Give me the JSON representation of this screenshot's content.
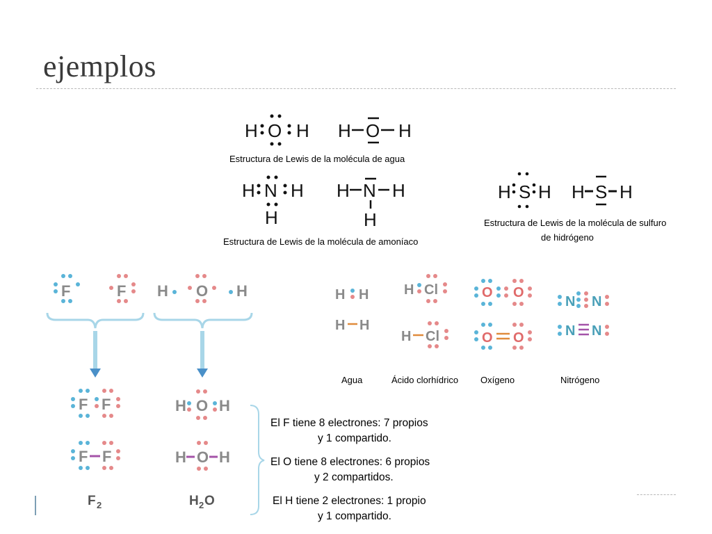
{
  "slide": {
    "title": "ejemplos"
  },
  "lewis": {
    "water": {
      "dot_formula": [
        "H",
        "O",
        "H"
      ],
      "line_formula": [
        "H",
        "O",
        "H"
      ],
      "caption": "Estructura de Lewis de la molécula de agua"
    },
    "ammonia": {
      "dot_formula": [
        "H",
        "N",
        "H",
        "H"
      ],
      "line_formula": [
        "H",
        "N",
        "H",
        "H"
      ],
      "caption": "Estructura de Lewis de la molécula de amoníaco"
    },
    "h2s": {
      "dot_formula": [
        "H",
        "S",
        "H"
      ],
      "line_formula": [
        "H",
        "S",
        "H"
      ],
      "caption_line1": "Estructura de Lewis de la molécula de sulfuro",
      "caption_line2": "de hidrógeno"
    }
  },
  "diatomic": {
    "agua": {
      "top": [
        "H",
        "H"
      ],
      "bottom": [
        "H",
        "H"
      ],
      "label": "Agua"
    },
    "acido": {
      "top": [
        "H",
        "Cl"
      ],
      "bottom": [
        "H",
        "Cl"
      ],
      "label": "Ácido clorhídrico"
    },
    "oxigeno": {
      "top": [
        "O",
        "O"
      ],
      "bottom": [
        "O",
        "O"
      ],
      "label": "Oxígeno"
    },
    "nitrogeno": {
      "top": [
        "N",
        "N"
      ],
      "bottom": [
        "N",
        "N"
      ],
      "label": "Nitrógeno"
    }
  },
  "formation": {
    "fluorine_atoms": [
      "F",
      "F"
    ],
    "water_atoms": [
      "H",
      "O",
      "H"
    ],
    "f2_dot": [
      "F",
      "F"
    ],
    "f2_line": [
      "F",
      "F"
    ],
    "h2o_dot": [
      "H",
      "O",
      "H"
    ],
    "h2o_line": [
      "H",
      "O",
      "H"
    ],
    "f2_formula": "F",
    "f2_subscript": "2",
    "h2o_formula_h": "H",
    "h2o_subscript": "2",
    "h2o_formula_o": "O"
  },
  "explanation": {
    "f_line1": "El F tiene 8 electrones: 7 propios",
    "f_line2": "y 1 compartido.",
    "o_line1": "El O tiene 8 electrones: 6 propios",
    "o_line2": "y 2 compartidos.",
    "h_line1": "El H tiene 2 electrones: 1 propio",
    "h_line2": "y 1 compartido."
  },
  "colors": {
    "text_dark": "#111111",
    "atom_gray": "#8a8a8a",
    "dot_blue": "#5ab4d8",
    "dot_pink": "#e5898a",
    "bond_purple": "#a453a8",
    "bond_orange": "#e08b3c",
    "brace_blue": "#a8d6e8",
    "arrow_blue": "#4a90c8"
  }
}
